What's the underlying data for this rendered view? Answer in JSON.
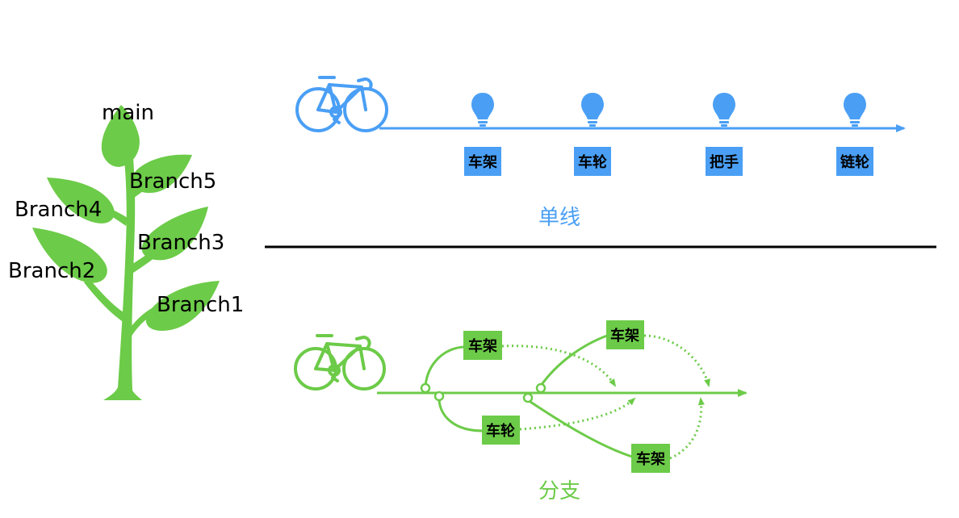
{
  "tree": {
    "labels": [
      "main",
      "Branch5",
      "Branch4",
      "Branch3",
      "Branch2",
      "Branch1"
    ],
    "color": "#6CCB48"
  },
  "single_line": {
    "title": "单线",
    "color": "#4A9FF5",
    "steps": [
      "车架",
      "车轮",
      "把手",
      "链轮"
    ],
    "icon": "bicycle-icon",
    "step_icon": "lightbulb-icon"
  },
  "branch": {
    "title": "分支",
    "color": "#6CCB48",
    "tags": [
      "车架",
      "车架",
      "车轮",
      "车架"
    ],
    "icon": "bicycle-icon"
  },
  "divider_color": "#000000"
}
